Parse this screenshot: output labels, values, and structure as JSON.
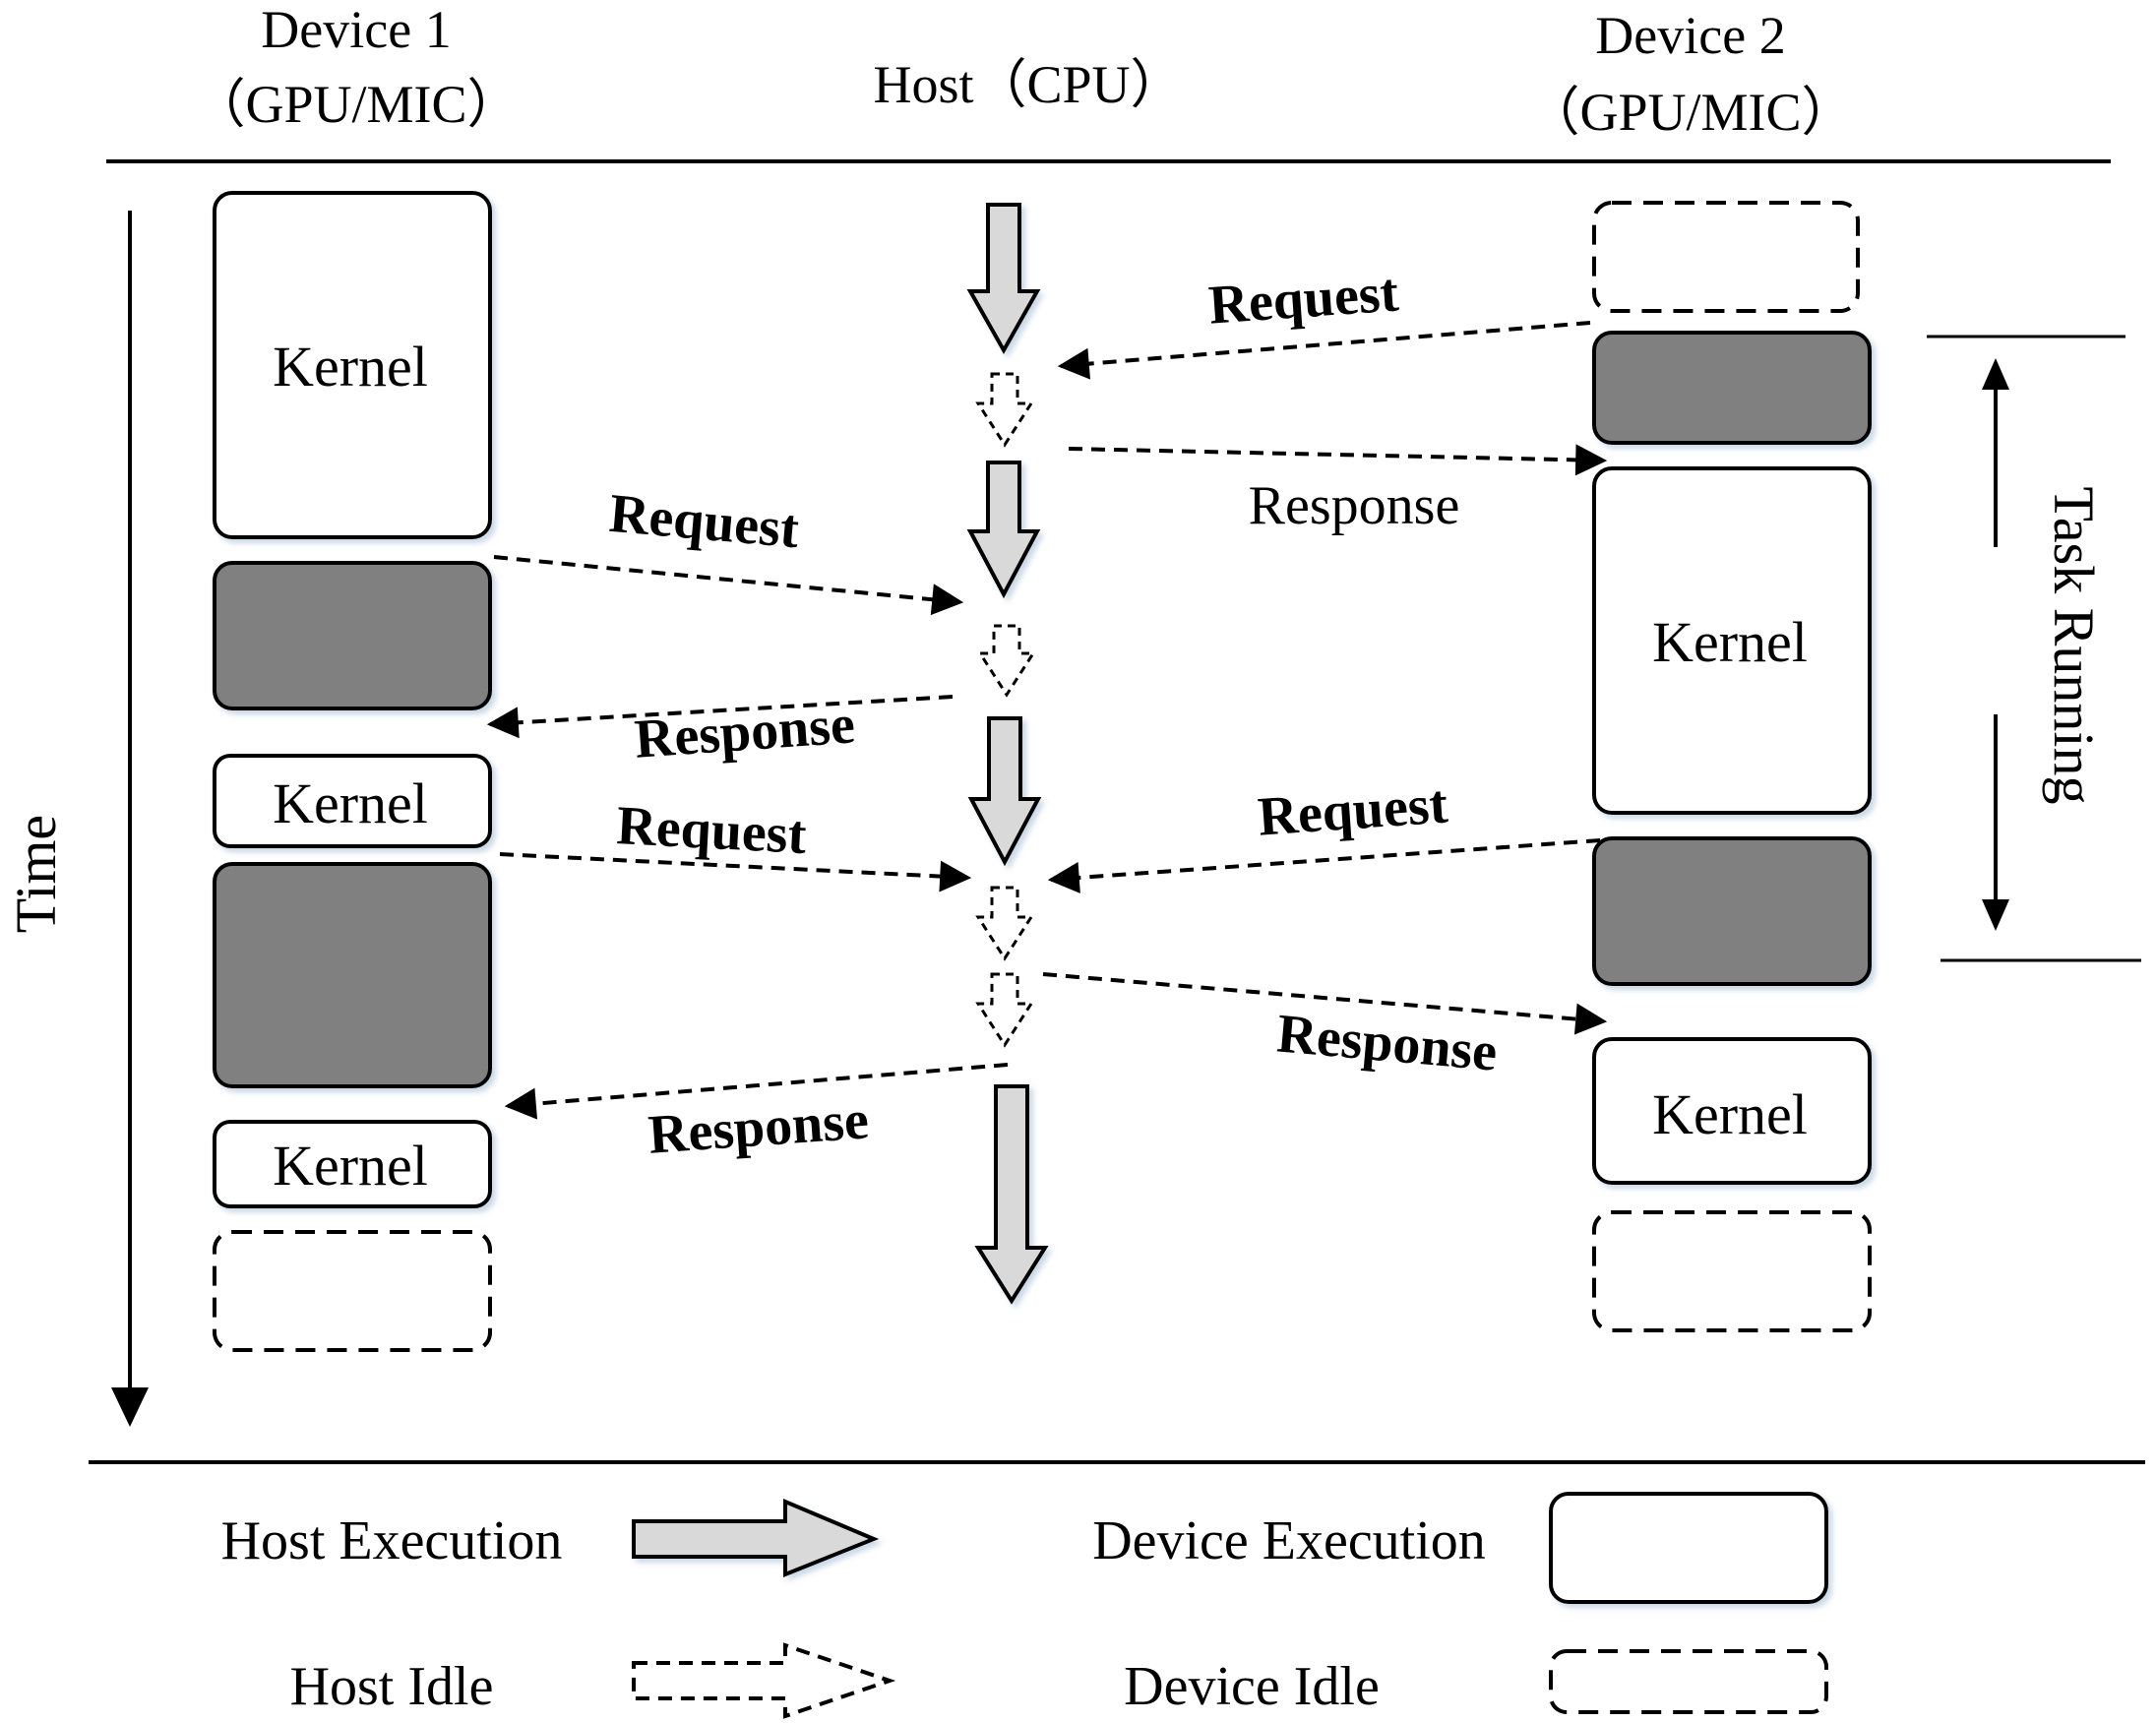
{
  "header": {
    "device1_line1": "Device 1",
    "device1_line2": "（GPU/MIC）",
    "host": "Host（CPU）",
    "device2_line1": "Device 2",
    "device2_line2": "（GPU/MIC）"
  },
  "axis": {
    "time": "Time"
  },
  "task_running": "Task Running",
  "device1": {
    "kernel_1": "Kernel",
    "kernel_2": "Kernel",
    "kernel_3": "Kernel"
  },
  "device2": {
    "kernel_1": "Kernel",
    "kernel_2": "Kernel"
  },
  "messages": {
    "d2_request_1": "Request",
    "d2_response_1": "Response",
    "d1_request_1": "Request",
    "d1_response_1": "Response",
    "d1_request_2": "Request",
    "d2_request_2": "Request",
    "d2_response_2": "Response",
    "d1_response_2": "Response"
  },
  "legend": {
    "host_execution": "Host Execution",
    "device_execution": "Device Execution",
    "host_idle": "Host Idle",
    "device_idle": "Device Idle"
  },
  "colors": {
    "host_arrow_fill": "#d9d9d9",
    "device_wait_fill": "#808080",
    "stroke": "#000000"
  }
}
